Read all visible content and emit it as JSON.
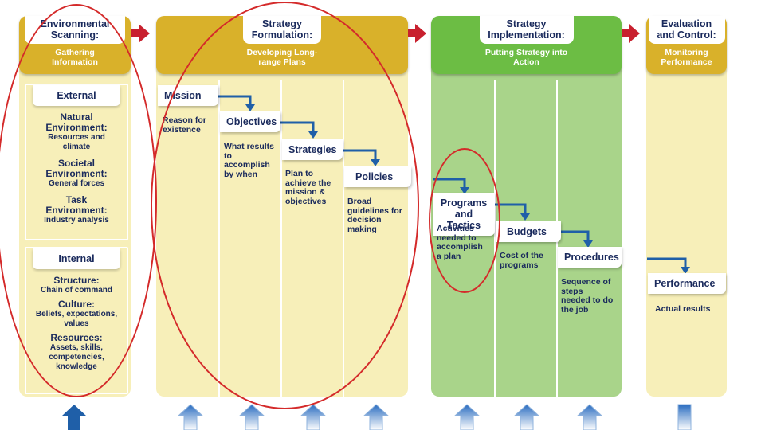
{
  "stages": {
    "scanning": {
      "title": "Environmental Scanning:",
      "subtitle": "Gathering Information"
    },
    "formulation": {
      "title": "Strategy Formulation:",
      "subtitle": "Developing Long-range Plans"
    },
    "implementation": {
      "title": "Strategy Implementation:",
      "subtitle": "Putting Strategy into Action"
    },
    "evaluation": {
      "title": "Evaluation and Control:",
      "subtitle": "Monitoring Performance"
    }
  },
  "scanning": {
    "external": {
      "label": "External",
      "items": [
        {
          "heading": "Natural Environment:",
          "detail": "Resources and climate"
        },
        {
          "heading": "Societal Environment:",
          "detail": "General forces"
        },
        {
          "heading": "Task Environment:",
          "detail": "Industry analysis"
        }
      ]
    },
    "internal": {
      "label": "Internal",
      "items": [
        {
          "heading": "Structure:",
          "detail": "Chain of command"
        },
        {
          "heading": "Culture:",
          "detail": "Beliefs, expectations, values"
        },
        {
          "heading": "Resources:",
          "detail": "Assets, skills, competencies, knowledge"
        }
      ]
    }
  },
  "formulation": {
    "mission": {
      "label": "Mission",
      "desc": "Reason for existence"
    },
    "objectives": {
      "label": "Objectives",
      "desc": "What results to accomplish by when"
    },
    "strategies": {
      "label": "Strategies",
      "desc": "Plan to achieve the mission & objectives"
    },
    "policies": {
      "label": "Policies",
      "desc": "Broad guidelines for decision making"
    }
  },
  "implementation": {
    "programs": {
      "label": "Programs and Tactics",
      "desc": "Activities needed to accomplish a plan"
    },
    "budgets": {
      "label": "Budgets",
      "desc": "Cost of the programs"
    },
    "procedures": {
      "label": "Procedures",
      "desc": "Sequence of steps needed to do the job"
    }
  },
  "evaluation": {
    "performance": {
      "label": "Performance",
      "desc": "Actual results"
    }
  },
  "colors": {
    "gold": "#d9b12a",
    "green": "#6cbd44",
    "navy": "#1a2a5c",
    "connector_blue": "#1f5fa8",
    "annotation_red": "#d42a2a",
    "flow_arrow_red": "#c8202e"
  }
}
